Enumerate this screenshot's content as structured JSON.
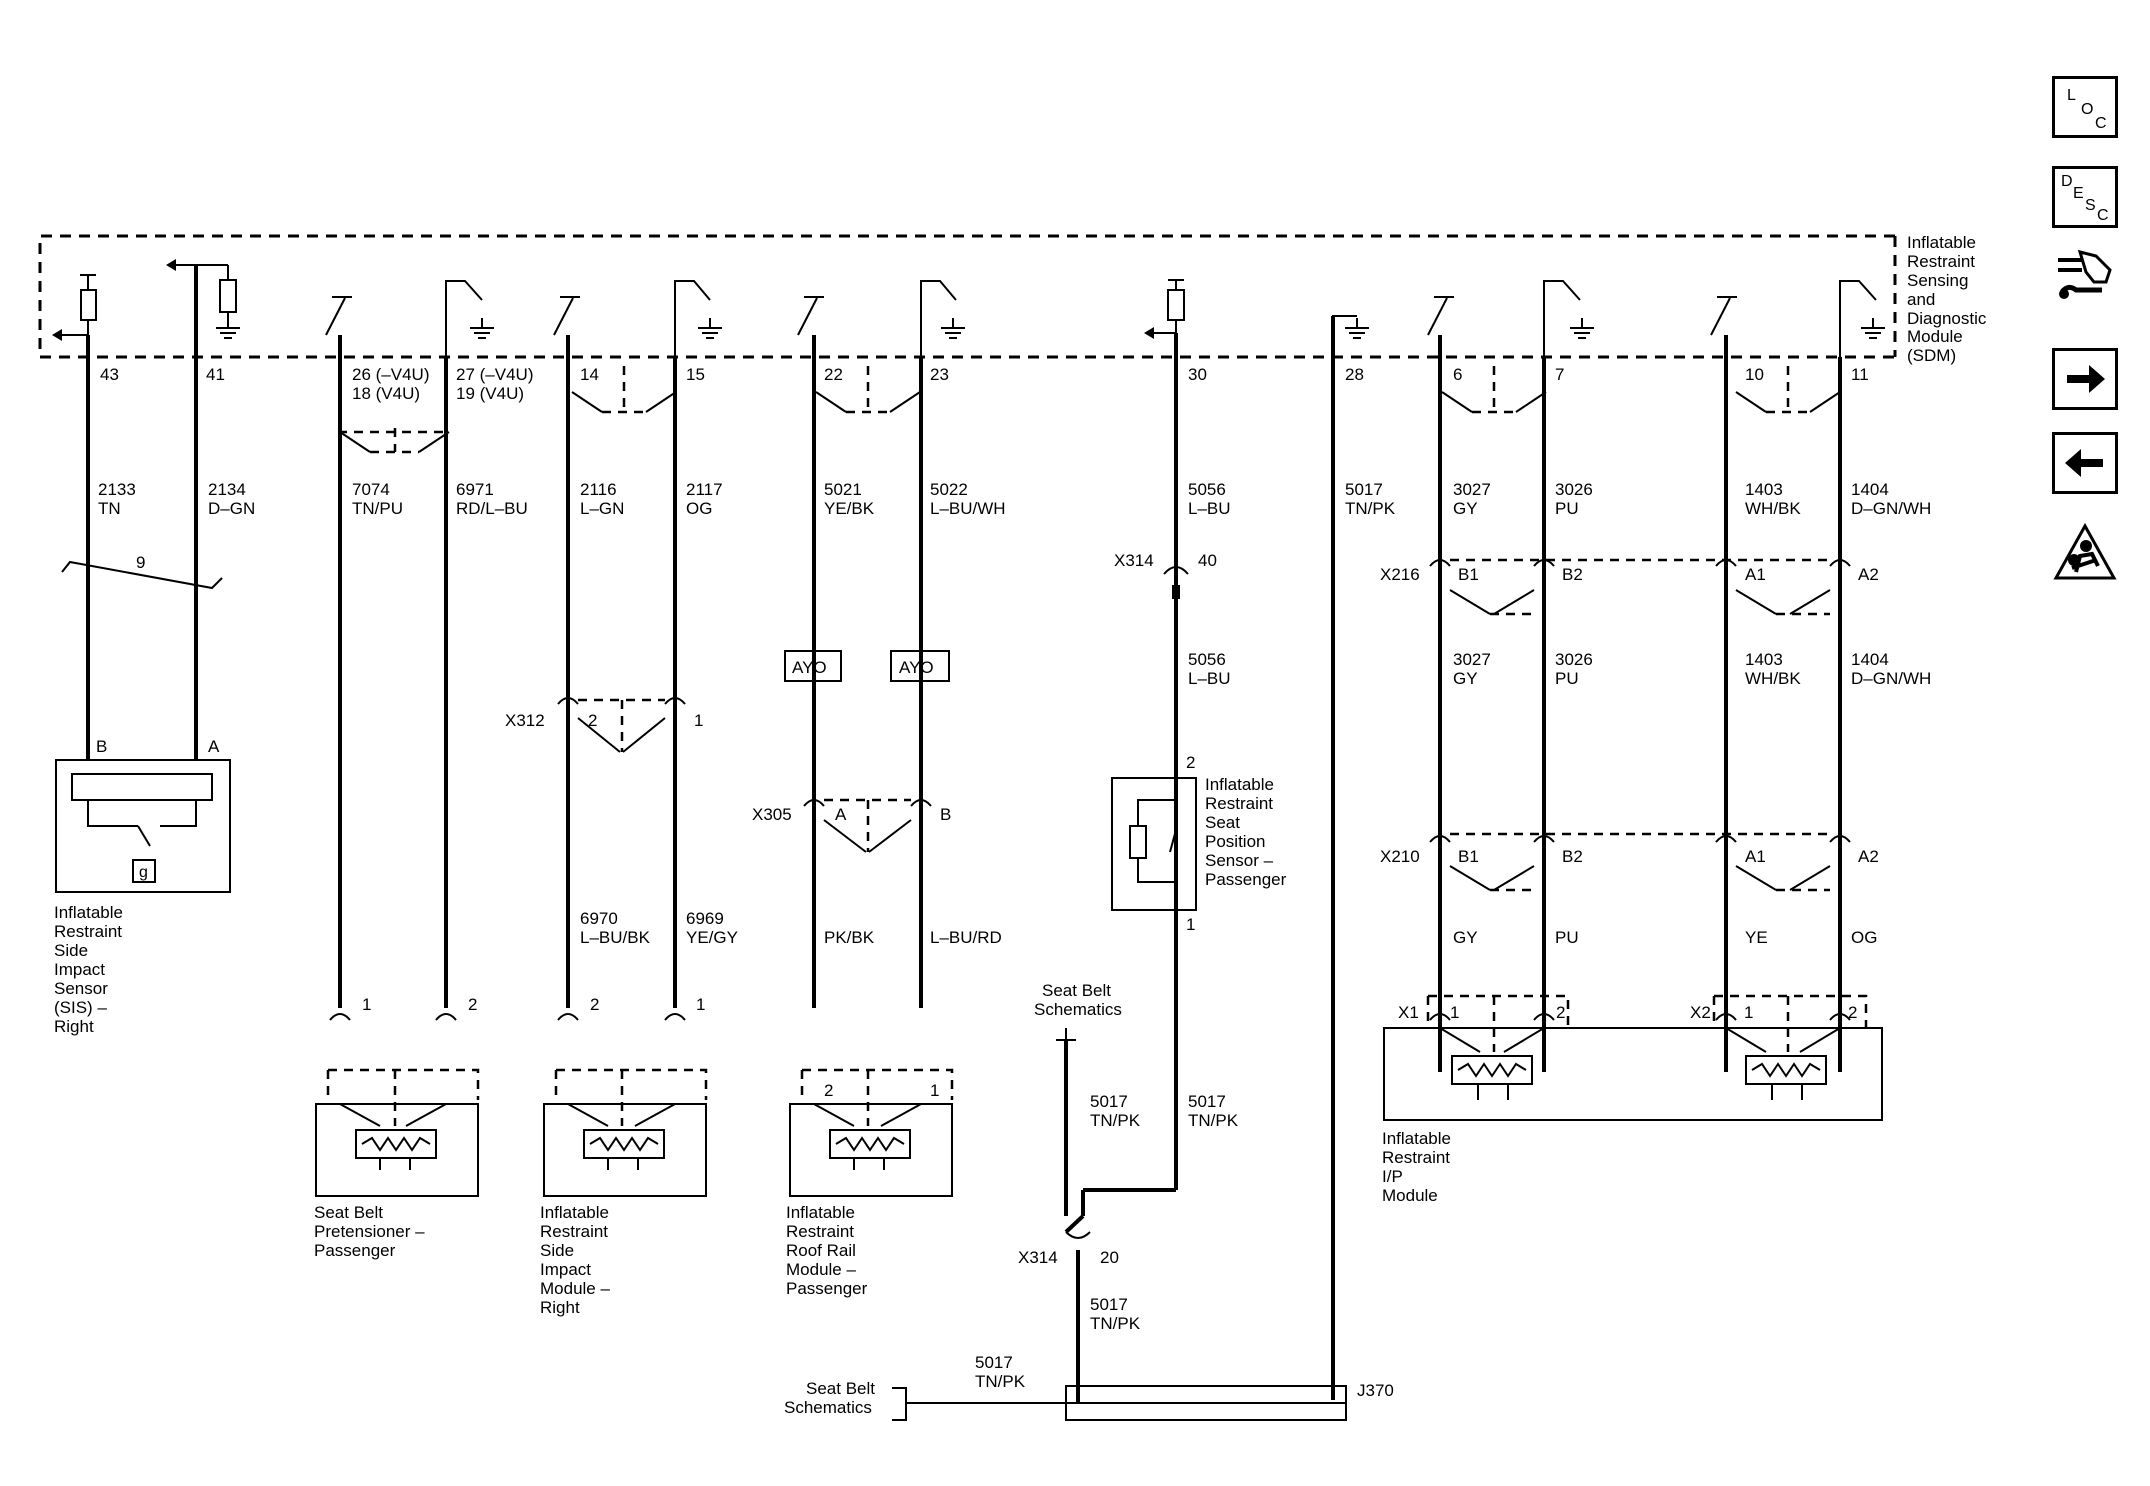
{
  "module": {
    "name_lines": [
      "Inflatable",
      "Restraint",
      "Sensing",
      "and",
      "Diagnostic",
      "Module",
      "(SDM)"
    ],
    "pins": {
      "p43": "43",
      "p41": "41",
      "p26": "26 (–V4U)",
      "p18": "18 (V4U)",
      "p27": "27 (–V4U)",
      "p19": "19 (V4U)",
      "p14": "14",
      "p15": "15",
      "p22": "22",
      "p23": "23",
      "p30": "30",
      "p28": "28",
      "p6": "6",
      "p7": "7",
      "p10": "10",
      "p11": "11"
    }
  },
  "circuits": {
    "c2133": [
      "2133",
      "TN"
    ],
    "c2134": [
      "2134",
      "D–GN"
    ],
    "c7074": [
      "7074",
      "TN/PU"
    ],
    "c6971": [
      "6971",
      "RD/L–BU"
    ],
    "c2116": [
      "2116",
      "L–GN"
    ],
    "c2117": [
      "2117",
      "OG"
    ],
    "c5021": [
      "5021",
      "YE/BK"
    ],
    "c5022": [
      "5022",
      "L–BU/WH"
    ],
    "c5056a": [
      "5056",
      "L–BU"
    ],
    "c5056b": [
      "5056",
      "L–BU"
    ],
    "c5017a": [
      "5017",
      "TN/PK"
    ],
    "c3027a": [
      "3027",
      "GY"
    ],
    "c3026a": [
      "3026",
      "PU"
    ],
    "c1403a": [
      "1403",
      "WH/BK"
    ],
    "c1404a": [
      "1404",
      "D–GN/WH"
    ],
    "c3027b": [
      "3027",
      "GY"
    ],
    "c3026b": [
      "3026",
      "PU"
    ],
    "c1403b": [
      "1403",
      "WH/BK"
    ],
    "c1404b": [
      "1404",
      "D–GN/WH"
    ],
    "c6970": [
      "6970",
      "L–BU/BK"
    ],
    "c6969": [
      "6969",
      "YE/GY"
    ],
    "c5017b": [
      "5017",
      "TN/PK"
    ],
    "c5017c": [
      "5017",
      "TN/PK"
    ],
    "c5017d": [
      "5017",
      "TN/PK"
    ],
    "c5017e": [
      "5017",
      "TN/PK"
    ]
  },
  "colors": {
    "pkbk": "PK/BK",
    "lburd": "L–BU/RD",
    "gy": "GY",
    "pu": "PU",
    "ye": "YE",
    "og": "OG"
  },
  "twist_count": "9",
  "connectors": {
    "x314": "X314",
    "x314_pin40": "40",
    "x314_pin20": "20",
    "x312": "X312",
    "x312_pin2": "2",
    "x312_pin1": "1",
    "x305": "X305",
    "x305_pinA": "A",
    "x305_pinB": "B",
    "x216": "X216",
    "x210": "X210",
    "b1": "B1",
    "b2": "B2",
    "a1": "A1",
    "a2": "A2",
    "x1": "X1",
    "x2": "X2",
    "j370": "J370",
    "ayo": "AYO"
  },
  "pins_device": {
    "one": "1",
    "two": "2",
    "pin_b": "B",
    "pin_a": "A",
    "sis_g": "g"
  },
  "components": {
    "sis": [
      "Inflatable",
      "Restraint",
      "Side",
      "Impact",
      "Sensor",
      "(SIS) –",
      "Right"
    ],
    "pretensioner": [
      "Seat Belt",
      "Pretensioner –",
      "Passenger"
    ],
    "side_module": [
      "Inflatable",
      "Restraint",
      "Side",
      "Impact",
      "Module –",
      "Right"
    ],
    "roof_rail": [
      "Inflatable",
      "Restraint",
      "Roof Rail",
      "Module –",
      "Passenger"
    ],
    "seat_sensor": [
      "Inflatable",
      "Restraint",
      "Seat",
      "Position",
      "Sensor –",
      "Passenger"
    ],
    "ip_module": [
      "Inflatable",
      "Restraint",
      "I/P",
      "Module"
    ],
    "seatbelt_ref1": [
      "Seat Belt",
      "Schematics"
    ],
    "seatbelt_ref2": [
      "Seat Belt",
      "Schematics"
    ]
  },
  "nav": {
    "loc": [
      "L",
      "O",
      "C"
    ],
    "desc": [
      "D",
      "E",
      "S",
      "C"
    ]
  }
}
